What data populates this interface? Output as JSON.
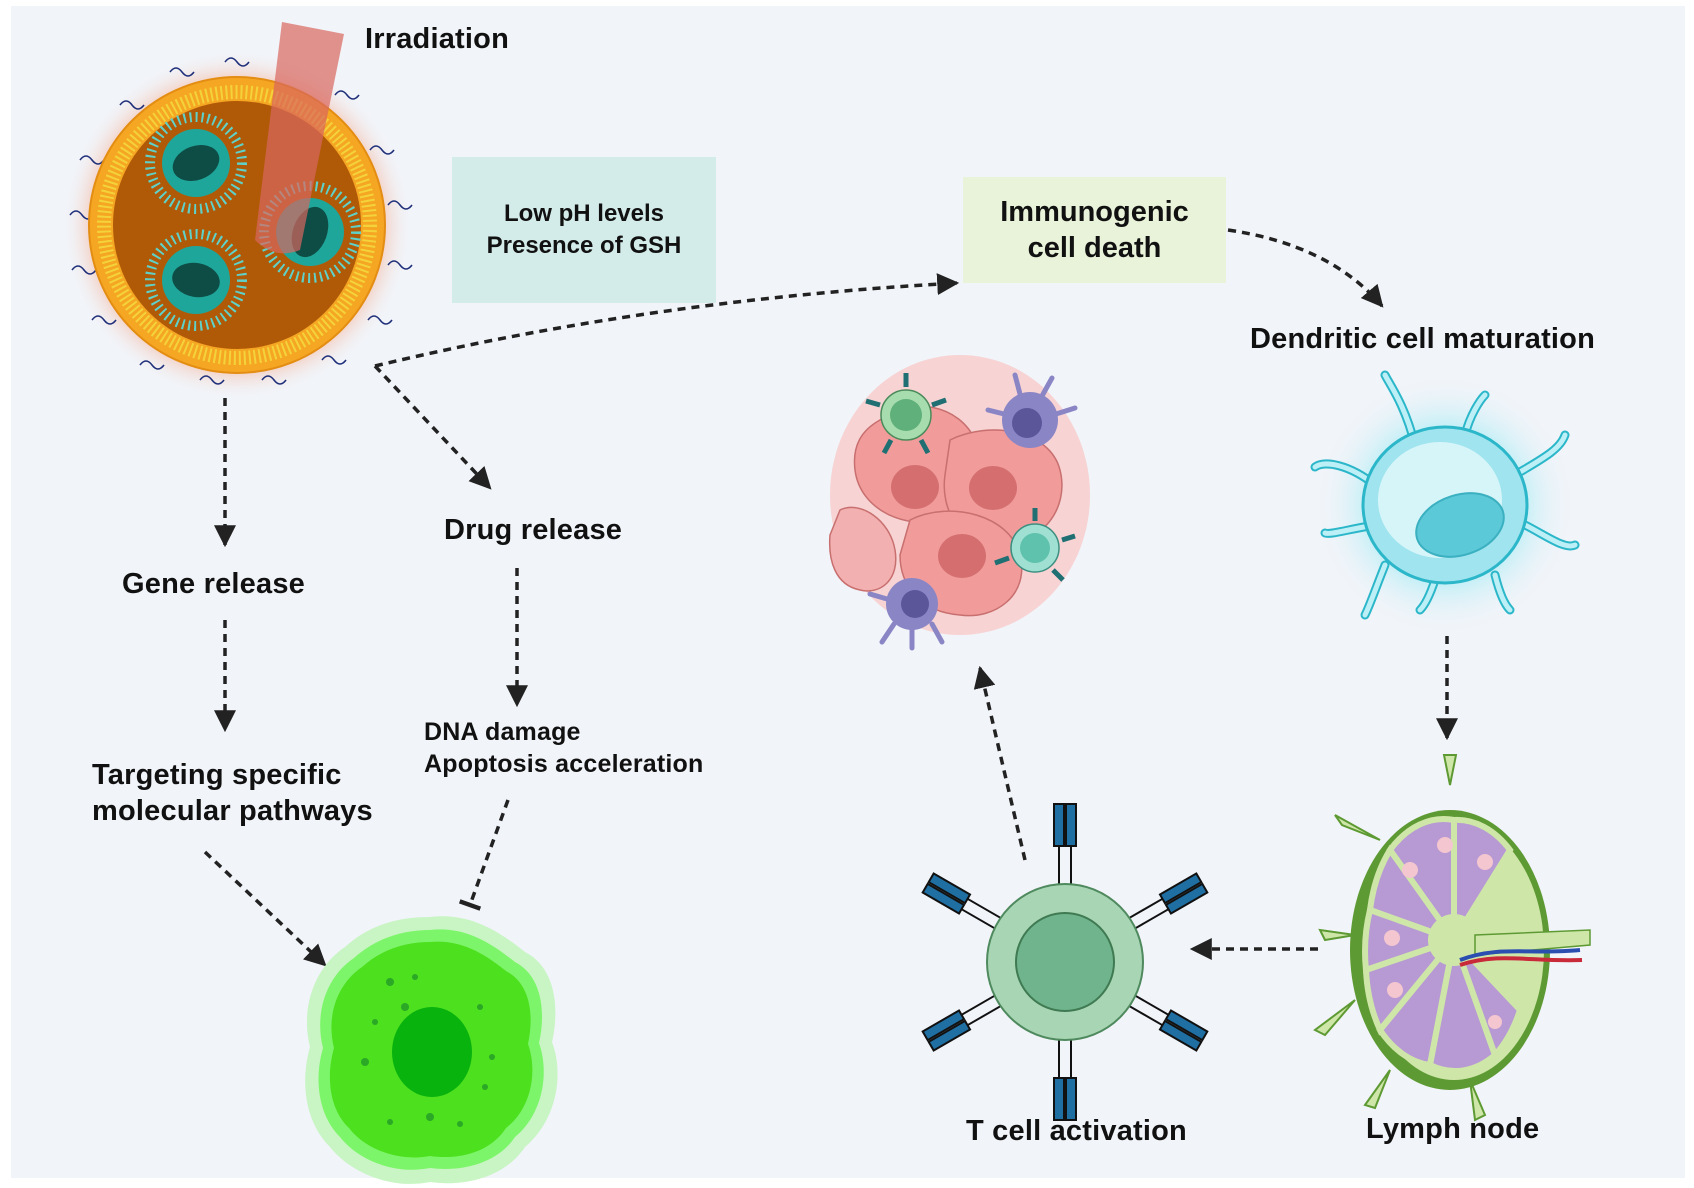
{
  "diagram": {
    "title": "Nanoparticle-mediated therapy and immune activation pathway",
    "colors": {
      "background": "#f1f4f9",
      "arrow": "#222222",
      "stimulus_box": "#d3ecea",
      "icd_box": "#e9f3d9",
      "nanoparticle_shell": "#f5a623",
      "nanoparticle_core": "#b05a08",
      "micelle": "#1fa69a",
      "irradiation_beam": "#d9665e",
      "target_cell": "#4de01e",
      "target_nucleus": "#08b30d",
      "tumor_cell": "#f19b9b",
      "dendritic_cell": "#7fd8e6",
      "t_cell_outer": "#a8d5b4",
      "t_cell_inner": "#6fb48d",
      "receptor": "#1f6fa3",
      "lymph_capsule": "#5e9a33",
      "lymph_lobule": "#b79ad3"
    },
    "labels": {
      "irradiation": "Irradiation",
      "stimulus_line1": "Low pH levels",
      "stimulus_line2": "Presence of GSH",
      "icd_line1": "Immunogenic",
      "icd_line2": "cell death",
      "dendritic": "Dendritic cell maturation",
      "gene_release": "Gene release",
      "drug_release": "Drug release",
      "targeting_line1": "Targeting specific",
      "targeting_line2": "molecular pathways",
      "dna_damage": "DNA damage",
      "apoptosis": "Apoptosis acceleration",
      "t_cell": "T cell activation",
      "lymph_node": "Lymph node"
    },
    "nodes": [
      {
        "id": "nanoparticle",
        "label": "Nanoparticle (irradiated)"
      },
      {
        "id": "stimulus",
        "label": "Low pH levels / Presence of GSH"
      },
      {
        "id": "icd",
        "label": "Immunogenic cell death"
      },
      {
        "id": "dendritic",
        "label": "Dendritic cell maturation"
      },
      {
        "id": "lymph",
        "label": "Lymph node"
      },
      {
        "id": "tcell",
        "label": "T cell activation"
      },
      {
        "id": "tumor",
        "label": "Tumor cell cluster"
      },
      {
        "id": "gene",
        "label": "Gene release"
      },
      {
        "id": "targeting",
        "label": "Targeting specific molecular pathways"
      },
      {
        "id": "drug",
        "label": "Drug release"
      },
      {
        "id": "dna",
        "label": "DNA damage / Apoptosis acceleration"
      },
      {
        "id": "cancer_cell",
        "label": "Cancer cell"
      }
    ],
    "edges": [
      {
        "from": "nanoparticle",
        "to": "icd",
        "type": "activation"
      },
      {
        "from": "nanoparticle",
        "to": "drug",
        "type": "activation"
      },
      {
        "from": "nanoparticle",
        "to": "gene",
        "type": "activation"
      },
      {
        "from": "gene",
        "to": "targeting",
        "type": "activation"
      },
      {
        "from": "targeting",
        "to": "cancer_cell",
        "type": "activation"
      },
      {
        "from": "drug",
        "to": "dna",
        "type": "activation"
      },
      {
        "from": "dna",
        "to": "cancer_cell",
        "type": "inhibition"
      },
      {
        "from": "icd",
        "to": "dendritic",
        "type": "activation"
      },
      {
        "from": "dendritic",
        "to": "lymph",
        "type": "activation"
      },
      {
        "from": "lymph",
        "to": "tcell",
        "type": "activation"
      },
      {
        "from": "tcell",
        "to": "tumor",
        "type": "activation"
      }
    ]
  }
}
